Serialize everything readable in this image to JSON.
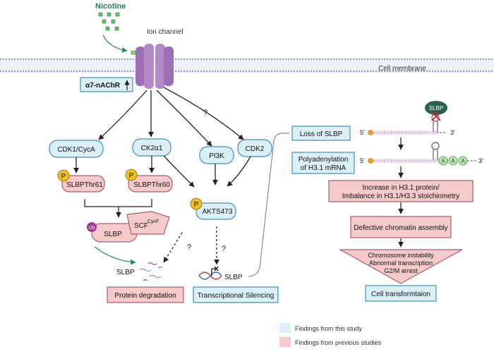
{
  "nicotine": "Nicotine",
  "ion_channel": "Ion channel",
  "cell_membrane": "Cell membrane",
  "receptor": "α7-nAChR",
  "question": "?",
  "phospho": "P",
  "ub": "Ub",
  "kinases": {
    "cdk1": "CDK1/CycA",
    "ck2": "CK2α1",
    "pi3k": "PI3K",
    "cdk2": "CDK2"
  },
  "substrates": {
    "slbp61": "SLBPThr61",
    "slbp60": "SLBPThr60",
    "akt": "AKTS473"
  },
  "scf": {
    "label": "SCF",
    "superscript": "CycF"
  },
  "slbp": "SLBP",
  "outcomes": {
    "protein_degradation": "Protein degradation",
    "transcriptional_silencing": "Transcriptional Silencing"
  },
  "right": {
    "loss": "Loss of SLBP",
    "polyA_line1": "Polyadenylation",
    "polyA_line2": "of H3.1 mRNA",
    "five_prime": "5'",
    "three_prime": "3'",
    "polyA_letter": "A",
    "increase_line1": "Increase in H3.1 protein/",
    "increase_line2": "Imbalance in H3.1/H3.3 stoichiometry",
    "defective": "Defective chromatin assembly",
    "tri_line1": "Chromosome  instability",
    "tri_line2": "Abnormal transcription",
    "tri_line3": "G2/M arrest",
    "transform": "Cell transformtaion"
  },
  "legend": {
    "this_study": "Findings from this study",
    "previous": "Findings from previous studies"
  },
  "colors": {
    "blue_fill": "#dbeff6",
    "blue_stroke": "#3f8fb0",
    "pink_fill": "#f6caca",
    "pink_stroke": "#a06070",
    "purple": "#b48ac9",
    "nicotine_green": "#2b7a4e",
    "phospho_yellow": "#f2c01c",
    "mrna_purple": "#c9a0c9"
  }
}
